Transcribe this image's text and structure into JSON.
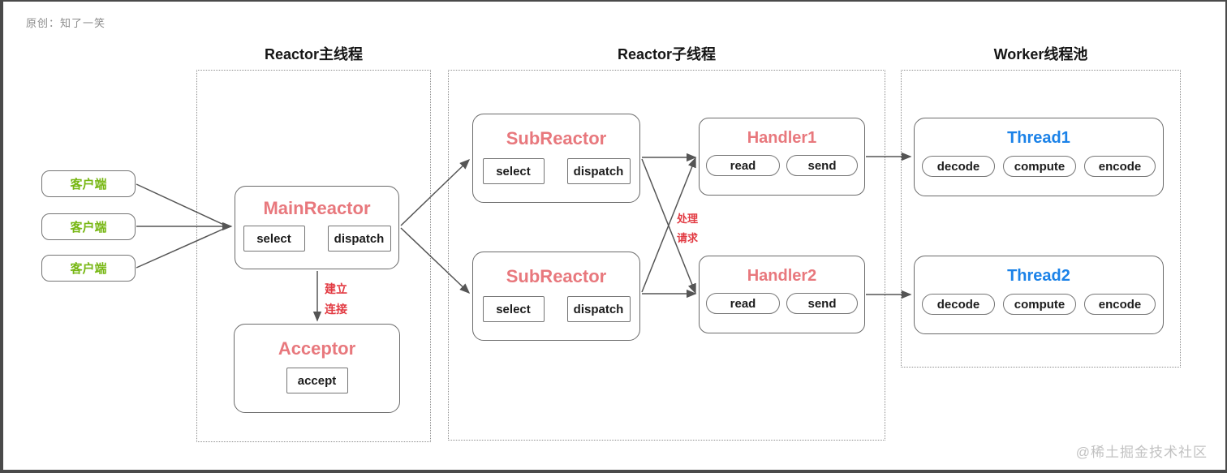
{
  "page": {
    "watermark_top": "原创：知了一笑",
    "watermark_bottom": "@稀土掘金技术社区"
  },
  "colors": {
    "accent_pink": "#e8787d",
    "accent_red": "#e23a42",
    "accent_green": "#77b713",
    "accent_blue": "#1b82e8"
  },
  "sections": {
    "main_thread": {
      "title": "Reactor主线程"
    },
    "sub_thread": {
      "title": "Reactor子线程"
    },
    "worker_pool": {
      "title": "Worker线程池"
    }
  },
  "clients": {
    "items": [
      "客户端",
      "客户端",
      "客户端"
    ]
  },
  "main_reactor": {
    "title": "MainReactor",
    "ops": [
      "select",
      "dispatch"
    ]
  },
  "acceptor": {
    "title": "Acceptor",
    "ops": [
      "accept"
    ]
  },
  "sub_reactors": [
    {
      "title": "SubReactor",
      "ops": [
        "select",
        "dispatch"
      ]
    },
    {
      "title": "SubReactor",
      "ops": [
        "select",
        "dispatch"
      ]
    }
  ],
  "handlers": [
    {
      "title": "Handler1",
      "ops": [
        "read",
        "send"
      ]
    },
    {
      "title": "Handler2",
      "ops": [
        "read",
        "send"
      ]
    }
  ],
  "threads": [
    {
      "title": "Thread1",
      "ops": [
        "decode",
        "compute",
        "encode"
      ]
    },
    {
      "title": "Thread2",
      "ops": [
        "decode",
        "compute",
        "encode"
      ]
    }
  ],
  "edge_labels": {
    "establish_line1": "建立",
    "establish_line2": "连接",
    "process_line1": "处理",
    "process_line2": "请求"
  }
}
